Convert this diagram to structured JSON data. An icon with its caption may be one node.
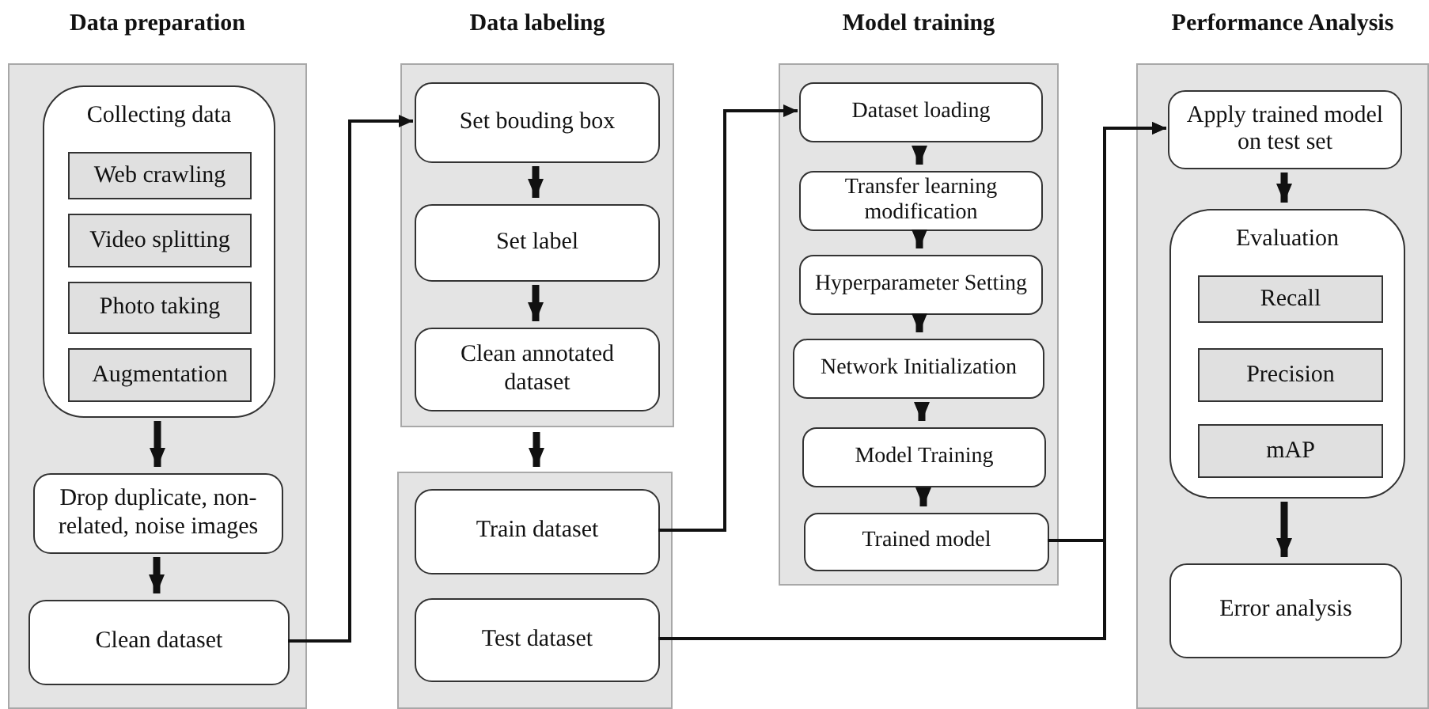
{
  "diagram": {
    "nodes": [
      {
        "text": [
          "Data preparation"
        ]
      },
      {
        "text": [
          "Collecting data"
        ],
        "in": 0
      },
      {
        "text": [
          "Web crawling"
        ],
        "in": 1
      },
      {
        "text": [
          "Video splitting"
        ],
        "in": 1
      },
      {
        "text": [
          "Photo taking"
        ],
        "in": 1
      },
      {
        "text": [
          "Augmentation"
        ],
        "in": 1
      },
      {
        "text": [
          "Drop duplicate, non-related, noise images"
        ],
        "in": 0
      },
      {
        "text": [
          "Clean dataset"
        ],
        "in": 0
      },
      {
        "text": [
          "Data labeling"
        ]
      },
      {
        "text": [
          "Set bouding box"
        ],
        "in": 8
      },
      {
        "text": [
          "Set label"
        ],
        "in": 8
      },
      {
        "text": [
          "Clean annotated dataset"
        ],
        "in": 8
      },
      {
        "text": [],
        "shape": "box"
      },
      {
        "text": [
          "Train dataset"
        ],
        "in": 12
      },
      {
        "text": [
          "Test dataset"
        ],
        "in": 12
      },
      {
        "text": [
          "Model training"
        ]
      },
      {
        "text": [
          "Dataset loading"
        ],
        "in": 15
      },
      {
        "text": [
          "Transfer learning modification"
        ],
        "in": 15
      },
      {
        "text": [
          "Hyperparameter Setting"
        ],
        "in": 15
      },
      {
        "text": [
          "Network Initialization"
        ],
        "in": 15
      },
      {
        "text": [
          "Model Training"
        ],
        "in": 15
      },
      {
        "text": [
          "Trained model"
        ],
        "in": 15
      },
      {
        "text": [
          "Performance Analysis"
        ]
      },
      {
        "text": [
          "Apply trained model on test set"
        ],
        "in": 22
      },
      {
        "text": [
          "Evaluation"
        ],
        "in": 22
      },
      {
        "text": [
          "Recall"
        ],
        "in": 24
      },
      {
        "text": [
          "Precision"
        ],
        "in": 24
      },
      {
        "text": [
          "mAP"
        ],
        "in": 24
      },
      {
        "text": [
          "Error analysis"
        ],
        "in": 22
      }
    ],
    "edges": [
      {
        "from": 1,
        "to": 6,
        "arrow": "to"
      },
      {
        "from": 6,
        "to": 7,
        "arrow": "to"
      },
      {
        "from": 7,
        "to": 9,
        "arrow": "to"
      },
      {
        "from": 9,
        "to": 10,
        "arrow": "to"
      },
      {
        "from": 10,
        "to": 11,
        "arrow": "to"
      },
      {
        "from": 8,
        "to": 12,
        "arrow": "to"
      },
      {
        "from": 13,
        "to": 16,
        "arrow": "to"
      },
      {
        "from": 16,
        "to": 17,
        "arrow": "to"
      },
      {
        "from": 17,
        "to": 18,
        "arrow": "to"
      },
      {
        "from": 18,
        "to": 19,
        "arrow": "to"
      },
      {
        "from": 19,
        "to": 20,
        "arrow": "to"
      },
      {
        "from": 20,
        "to": 21,
        "arrow": "to"
      },
      {
        "from": 21,
        "to": 23,
        "arrow": "to"
      },
      {
        "from": 14,
        "to": 23,
        "arrow": "to"
      },
      {
        "from": 23,
        "to": 24,
        "arrow": "to"
      },
      {
        "from": 24,
        "to": 28,
        "arrow": "to"
      }
    ]
  }
}
